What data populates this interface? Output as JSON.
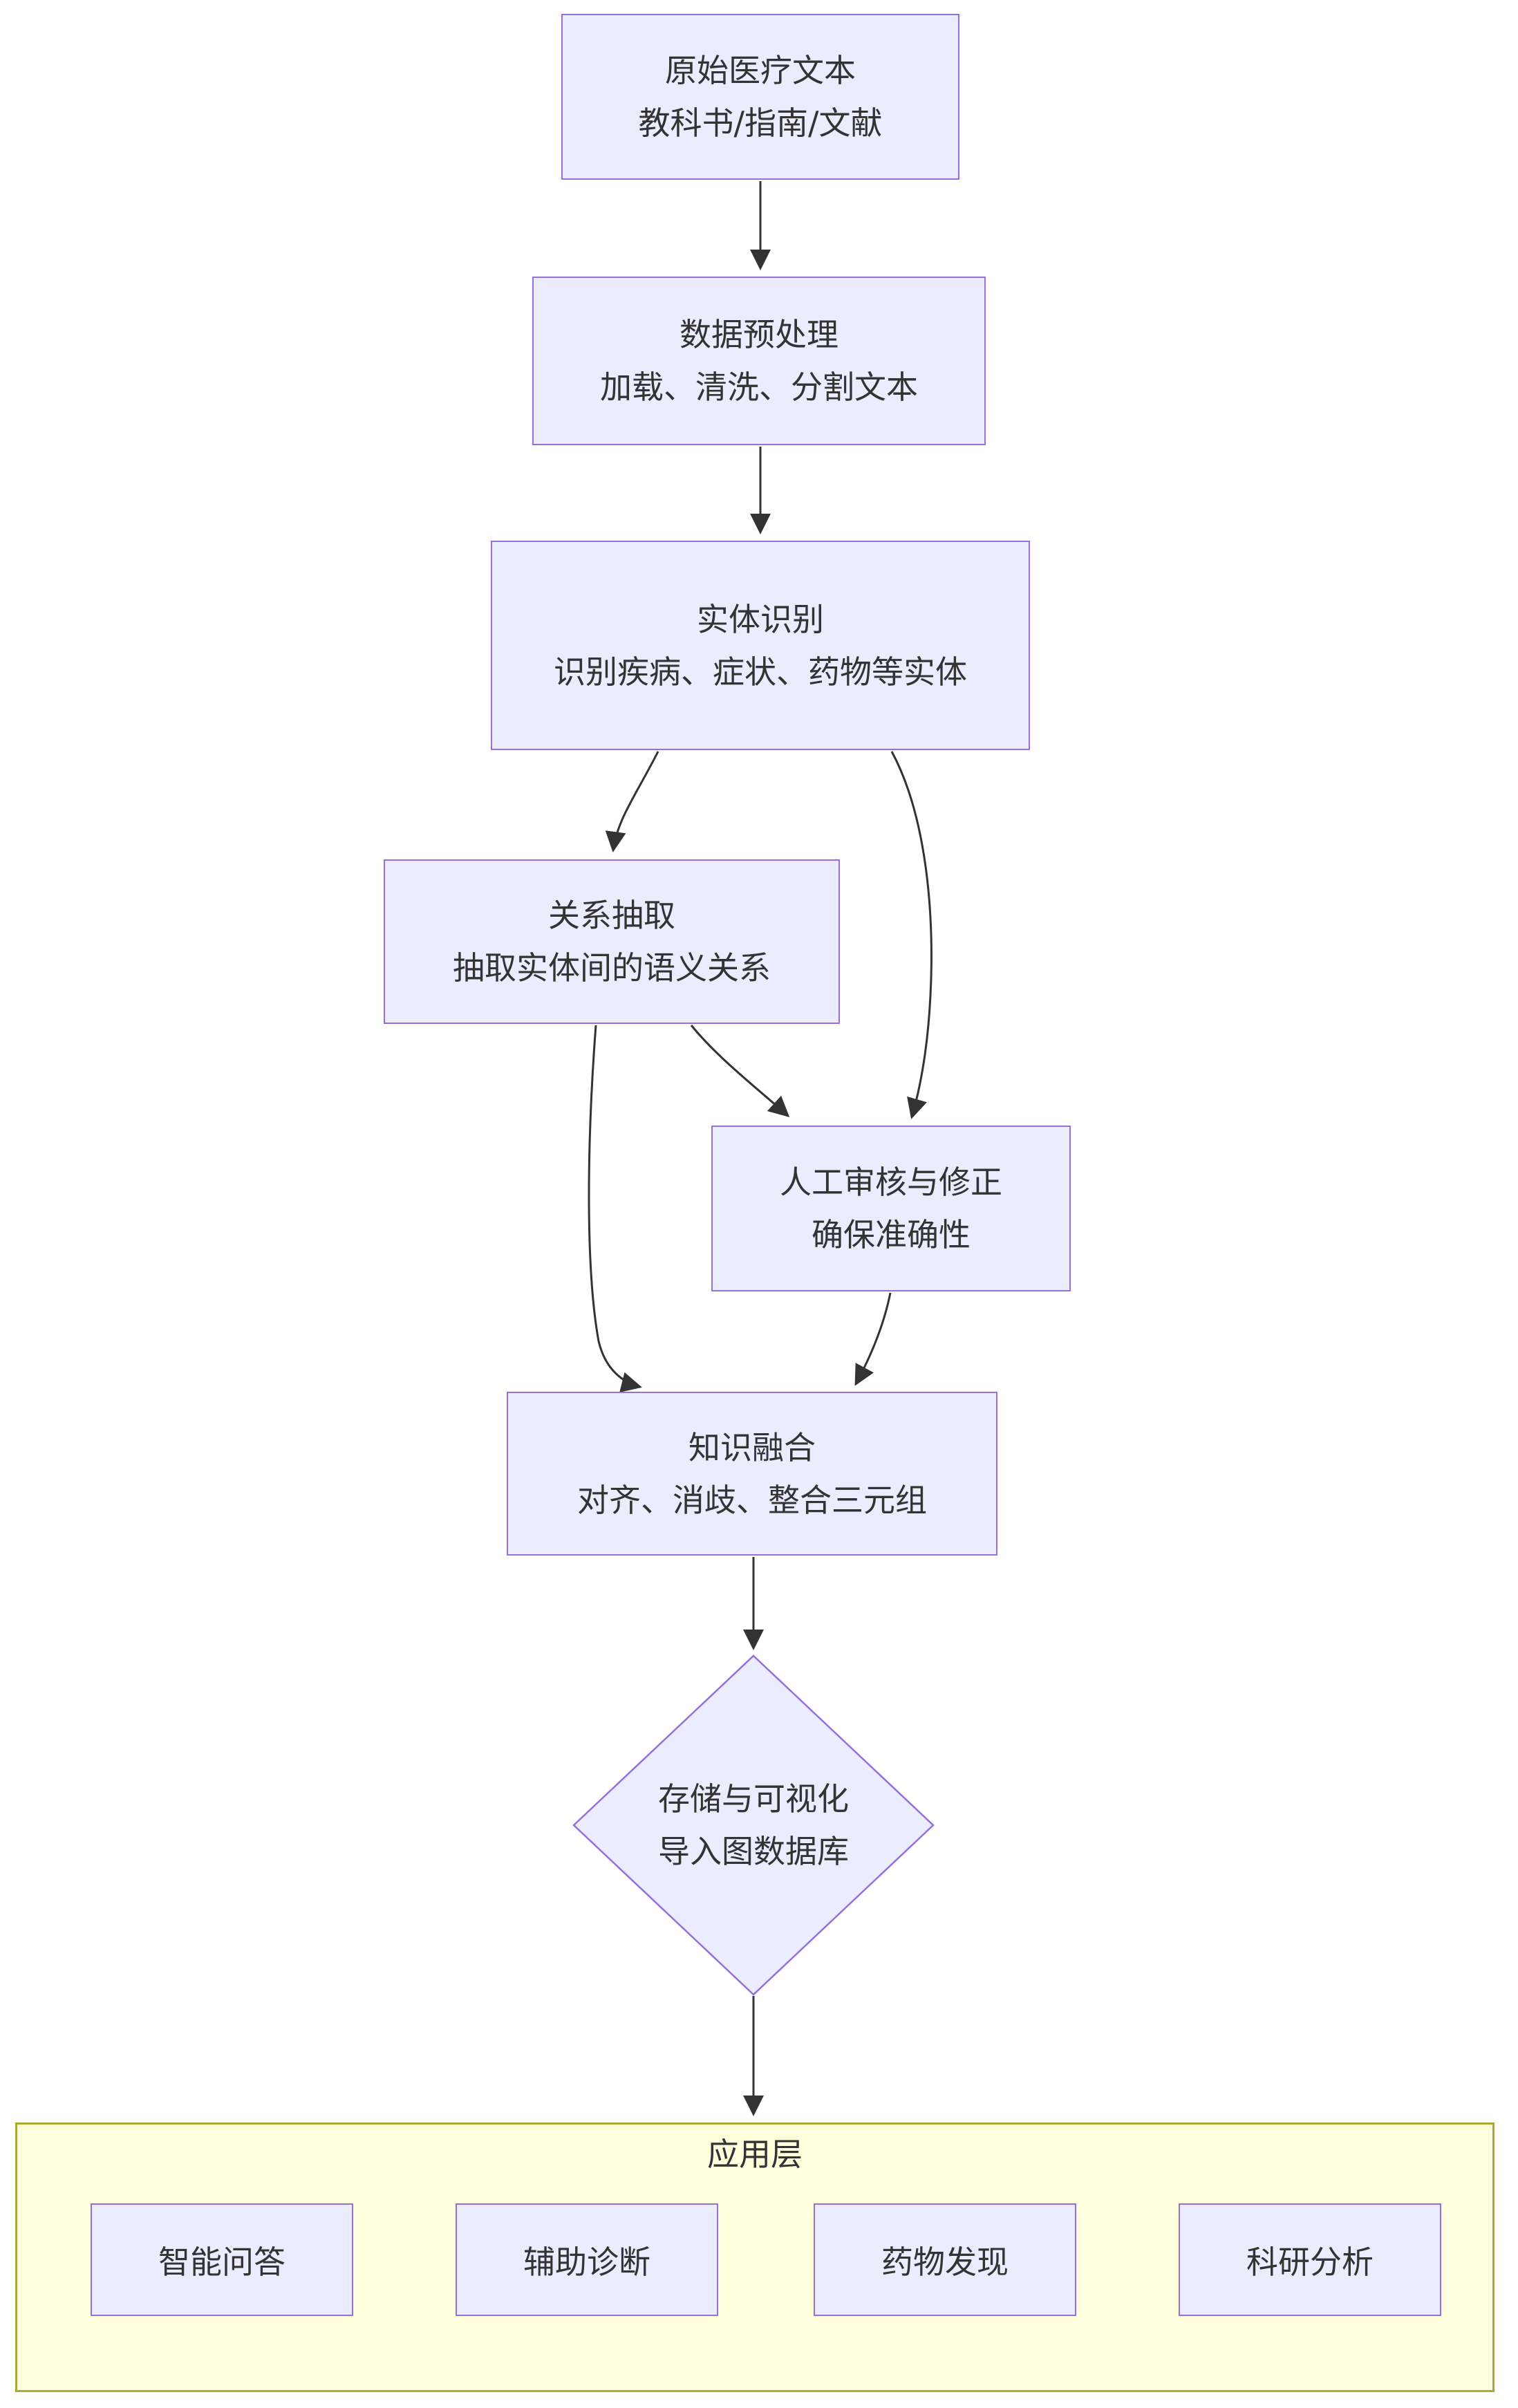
{
  "colors": {
    "node_fill": "#ECECFF",
    "node_border": "#9370DB",
    "cluster_fill": "#FFFFDE",
    "cluster_border": "#AAAA33",
    "edge": "#333333",
    "text": "#333333",
    "background": "#FFFFFF"
  },
  "nodes": {
    "source": {
      "title": "原始医疗文本",
      "subtitle": "教科书/指南/文献"
    },
    "preprocess": {
      "title": "数据预处理",
      "subtitle": "加载、清洗、分割文本"
    },
    "ner": {
      "title": "实体识别",
      "subtitle": "识别疾病、症状、药物等实体"
    },
    "relation": {
      "title": "关系抽取",
      "subtitle": "抽取实体间的语义关系"
    },
    "review": {
      "title": "人工审核与修正",
      "subtitle": "确保准确性"
    },
    "fusion": {
      "title": "知识融合",
      "subtitle": "对齐、消歧、整合三元组"
    },
    "storage": {
      "title": "存储与可视化",
      "subtitle": "导入图数据库"
    }
  },
  "cluster": {
    "label": "应用层",
    "apps": [
      {
        "label": "智能问答"
      },
      {
        "label": "辅助诊断"
      },
      {
        "label": "药物发现"
      },
      {
        "label": "科研分析"
      }
    ]
  }
}
